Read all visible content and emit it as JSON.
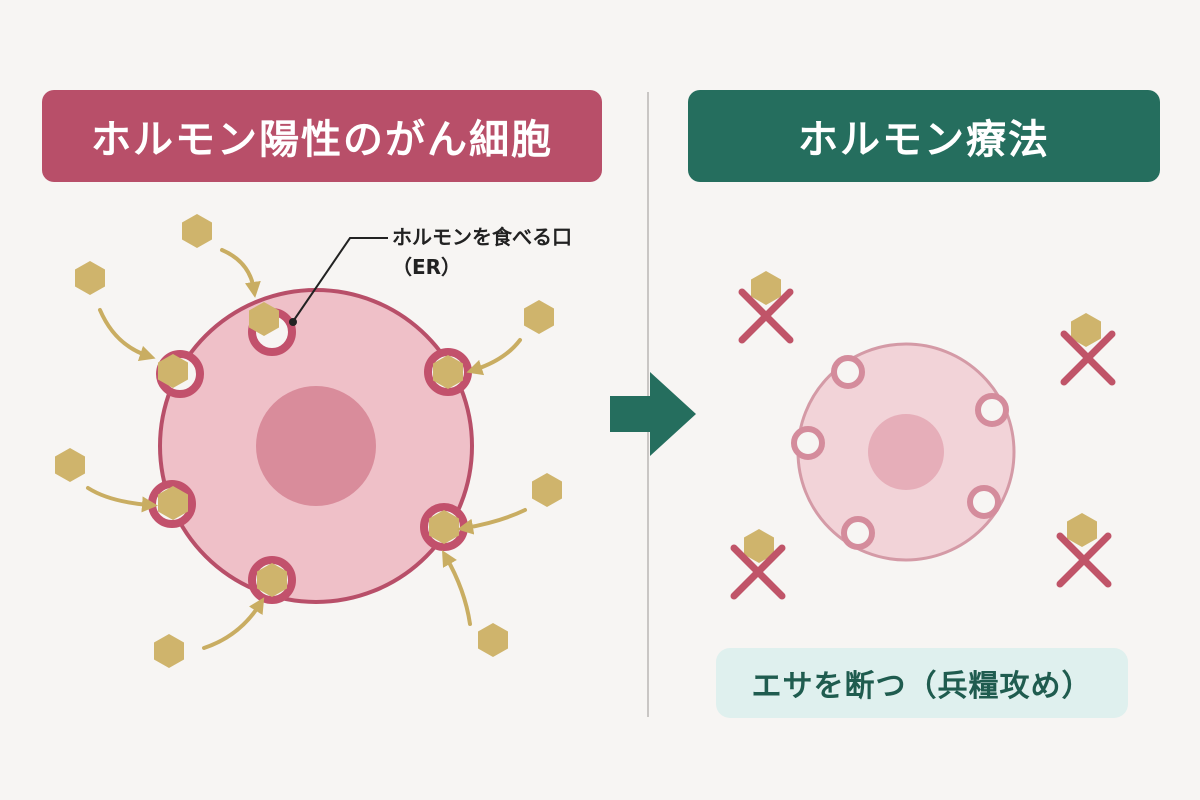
{
  "left_panel": {
    "title": "ホルモン陽性のがん細胞",
    "callout_line1": "ホルモンを食べる口",
    "callout_line2": "（ER）"
  },
  "right_panel": {
    "title": "ホルモン療法",
    "caption": "エサを断つ（兵糧攻め）"
  },
  "colors": {
    "left_accent": "#b84f69",
    "right_accent": "#256e5e",
    "hormone": "#cfb46c",
    "cell_fill": "#efc0c8",
    "cell_outline": "#b84f69",
    "nucleus": "#d98c9b",
    "arrow": "#c9ad62",
    "cross": "#c05468",
    "caption_bg": "#dff0ee"
  },
  "icons": {
    "hormone": "hexagon-icon",
    "blocked": "x-mark-icon",
    "transition": "right-arrow-icon"
  }
}
